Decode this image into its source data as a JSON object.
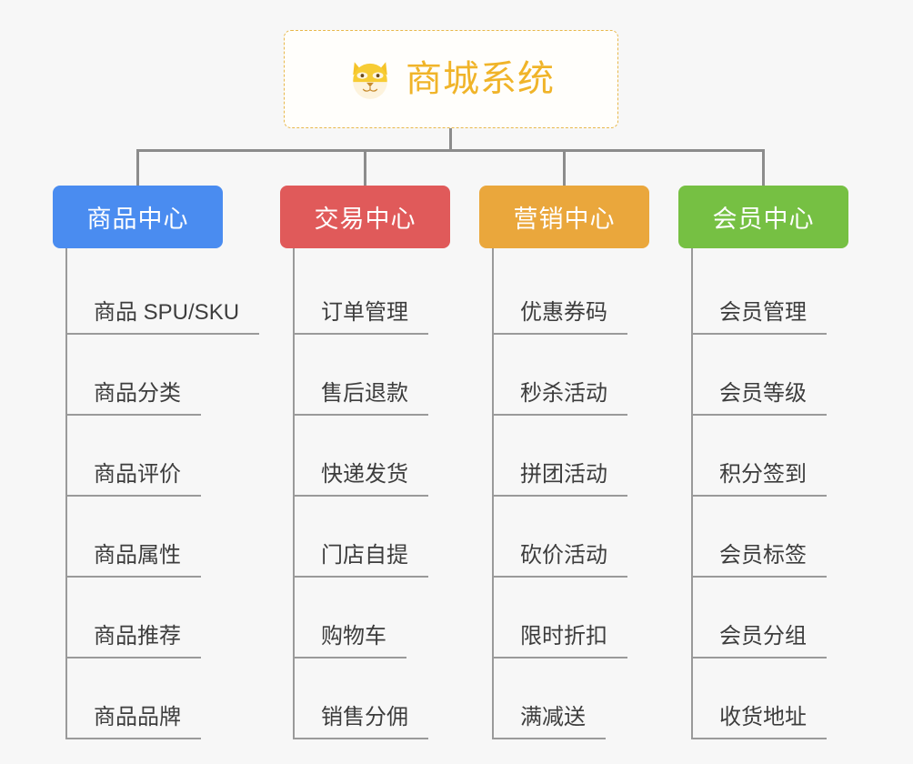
{
  "background_color": "#f7f7f7",
  "root": {
    "title": "商城系统",
    "icon": "shiba-dog-face-icon",
    "text_color": "#f0b429",
    "border_color": "#e8b84b",
    "background_color": "#fffefb"
  },
  "connector_color": "#8c8c8c",
  "columns": [
    {
      "header": "商品中心",
      "color": "#4a8cf0",
      "items": [
        "商品 SPU/SKU",
        "商品分类",
        "商品评价",
        "商品属性",
        "商品推荐",
        "商品品牌"
      ]
    },
    {
      "header": "交易中心",
      "color": "#e05a5a",
      "items": [
        "订单管理",
        "售后退款",
        "快递发货",
        "门店自提",
        "购物车",
        "销售分佣"
      ]
    },
    {
      "header": "营销中心",
      "color": "#eaa73c",
      "items": [
        "优惠券码",
        "秒杀活动",
        "拼团活动",
        "砍价活动",
        "限时折扣",
        "满减送"
      ]
    },
    {
      "header": "会员中心",
      "color": "#76c043",
      "items": [
        "会员管理",
        "会员等级",
        "积分签到",
        "会员标签",
        "会员分组",
        "收货地址"
      ]
    }
  ]
}
